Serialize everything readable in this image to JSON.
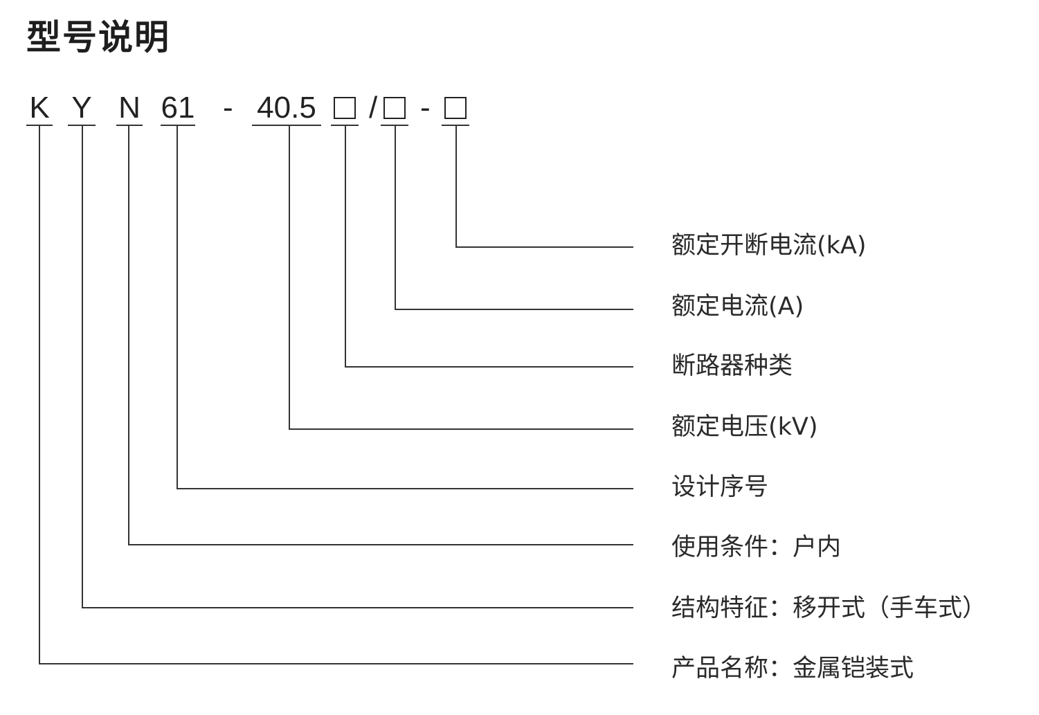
{
  "title": "型号说明",
  "code": {
    "k": "K",
    "y": "Y",
    "n": "N",
    "num": "61",
    "dash1": "-",
    "voltage": "40.5",
    "slash": "/",
    "dash2": "-"
  },
  "descriptions": [
    "额定开断电流(kA)",
    "额定电流(A)",
    "断路器种类",
    "额定电压(kV)",
    "设计序号",
    "使用条件：户内",
    "结构特征：移开式（手车式）",
    "产品名称：金属铠装式"
  ]
}
